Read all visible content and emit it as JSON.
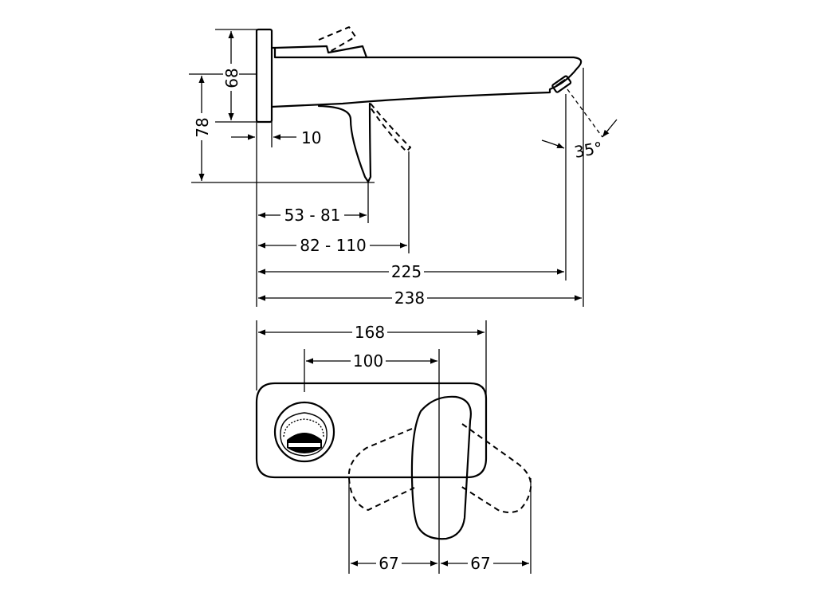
{
  "dimensions": {
    "height_68": "68",
    "height_78": "78",
    "plate_10": "10",
    "lever_53_81": "53 - 81",
    "lever_82_110": "82 - 110",
    "spout_225": "225",
    "spout_238": "238",
    "angle_35": "35°",
    "plate_168": "168",
    "axis_100": "100",
    "swing_left_67": "67",
    "swing_right_67": "67"
  }
}
